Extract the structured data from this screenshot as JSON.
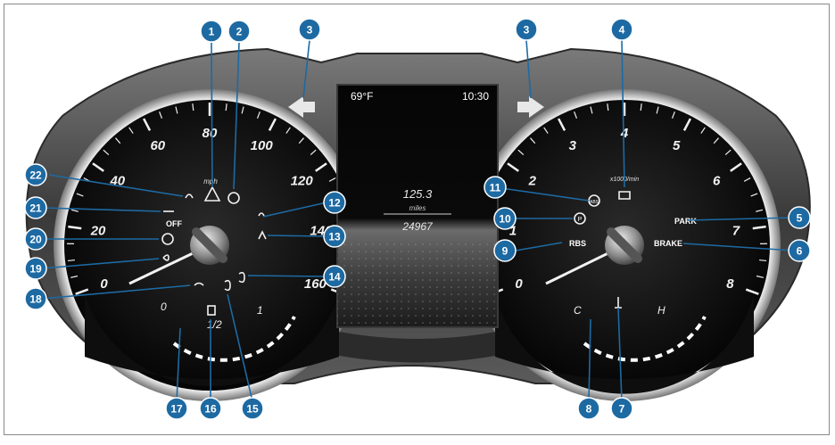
{
  "display": {
    "temperature": "69°F",
    "time": "10:30",
    "trip_value": "125.3",
    "trip_unit": "miles",
    "odometer": "24967"
  },
  "speedometer": {
    "unit": "mph",
    "ticks": [
      "0",
      "20",
      "40",
      "60",
      "80",
      "100",
      "120",
      "140",
      "160"
    ]
  },
  "tachometer": {
    "unit": "x1000/min",
    "ticks": [
      "0",
      "1",
      "2",
      "3",
      "4",
      "5",
      "6",
      "7",
      "8"
    ]
  },
  "fuel_gauge": {
    "ticks": [
      "0",
      "1/2",
      "1"
    ]
  },
  "temp_gauge": {
    "ticks": [
      "C",
      "H"
    ]
  },
  "indicators": {
    "off": "OFF",
    "park": "PARK",
    "brake": "BRAKE",
    "rbs": "RBS",
    "abs": "ABS",
    "p": "P"
  },
  "callouts": [
    "1",
    "2",
    "3",
    "3",
    "4",
    "5",
    "6",
    "7",
    "8",
    "9",
    "10",
    "11",
    "12",
    "13",
    "14",
    "15",
    "16",
    "17",
    "18",
    "19",
    "20",
    "21",
    "22"
  ],
  "colors": {
    "callout_fill": "#1d6aa3",
    "dial_face": "#0b0b0b",
    "housing": "#4a4a4a",
    "display": "#050505"
  }
}
